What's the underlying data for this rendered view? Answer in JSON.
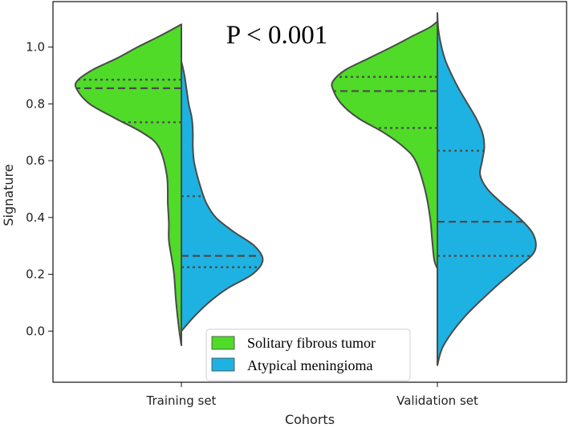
{
  "chart_data": {
    "type": "violin",
    "xlabel": "Cohorts",
    "ylabel": "Signature",
    "ylim": [
      -0.18,
      1.16
    ],
    "yticks": [
      0.0,
      0.2,
      0.4,
      0.6,
      0.8,
      1.0
    ],
    "ytick_labels": [
      "0.0",
      "0.2",
      "0.4",
      "0.6",
      "0.8",
      "1.0"
    ],
    "categories": [
      "Training set",
      "Validation set"
    ],
    "annotation": "P < 0.001",
    "legend": {
      "position": "bottom-center",
      "entries": [
        "Solitary fibrous tumor",
        "Atypical meningioma"
      ]
    },
    "series": [
      {
        "name": "Solitary fibrous tumor",
        "color": "#4fdb28",
        "side": "left",
        "groups": [
          {
            "category": "Training set",
            "range": [
              -0.05,
              1.08
            ],
            "quartiles": {
              "q1": 0.735,
              "median": 0.855,
              "q3": 0.885
            },
            "density": [
              [
                -0.05,
                0.0
              ],
              [
                0.0,
                0.02
              ],
              [
                0.1,
                0.05
              ],
              [
                0.2,
                0.07
              ],
              [
                0.25,
                0.09
              ],
              [
                0.32,
                0.12
              ],
              [
                0.38,
                0.12
              ],
              [
                0.45,
                0.13
              ],
              [
                0.55,
                0.14
              ],
              [
                0.65,
                0.22
              ],
              [
                0.7,
                0.38
              ],
              [
                0.75,
                0.64
              ],
              [
                0.8,
                0.88
              ],
              [
                0.85,
                1.0
              ],
              [
                0.88,
                1.0
              ],
              [
                0.92,
                0.85
              ],
              [
                0.96,
                0.62
              ],
              [
                1.0,
                0.42
              ],
              [
                1.04,
                0.2
              ],
              [
                1.08,
                0.0
              ]
            ]
          },
          {
            "category": "Validation set",
            "range": [
              0.22,
              1.09
            ],
            "quartiles": {
              "q1": 0.715,
              "median": 0.845,
              "q3": 0.895
            },
            "density": [
              [
                0.22,
                0.0
              ],
              [
                0.25,
                0.03
              ],
              [
                0.32,
                0.05
              ],
              [
                0.4,
                0.07
              ],
              [
                0.5,
                0.12
              ],
              [
                0.6,
                0.21
              ],
              [
                0.65,
                0.33
              ],
              [
                0.7,
                0.52
              ],
              [
                0.75,
                0.76
              ],
              [
                0.8,
                0.92
              ],
              [
                0.85,
                1.0
              ],
              [
                0.88,
                1.0
              ],
              [
                0.92,
                0.88
              ],
              [
                0.96,
                0.66
              ],
              [
                1.0,
                0.44
              ],
              [
                1.04,
                0.23
              ],
              [
                1.07,
                0.07
              ],
              [
                1.09,
                0.0
              ]
            ]
          }
        ]
      },
      {
        "name": "Atypical meningioma",
        "color": "#1eb2e2",
        "side": "right",
        "groups": [
          {
            "category": "Training set",
            "range": [
              0.0,
              0.95
            ],
            "quartiles": {
              "q1": 0.225,
              "median": 0.265,
              "q3": 0.475
            },
            "density": [
              [
                0.0,
                0.0
              ],
              [
                0.05,
                0.12
              ],
              [
                0.1,
                0.26
              ],
              [
                0.15,
                0.44
              ],
              [
                0.2,
                0.68
              ],
              [
                0.25,
                0.78
              ],
              [
                0.3,
                0.7
              ],
              [
                0.35,
                0.5
              ],
              [
                0.4,
                0.33
              ],
              [
                0.45,
                0.24
              ],
              [
                0.5,
                0.19
              ],
              [
                0.55,
                0.15
              ],
              [
                0.6,
                0.12
              ],
              [
                0.65,
                0.11
              ],
              [
                0.7,
                0.11
              ],
              [
                0.75,
                0.1
              ],
              [
                0.8,
                0.07
              ],
              [
                0.85,
                0.05
              ],
              [
                0.9,
                0.03
              ],
              [
                0.95,
                0.0
              ]
            ]
          },
          {
            "category": "Validation set",
            "range": [
              -0.12,
              1.12
            ],
            "quartiles": {
              "q1": 0.265,
              "median": 0.385,
              "q3": 0.635
            },
            "density": [
              [
                -0.12,
                0.0
              ],
              [
                -0.05,
                0.06
              ],
              [
                0.05,
                0.26
              ],
              [
                0.15,
                0.54
              ],
              [
                0.22,
                0.76
              ],
              [
                0.28,
                0.93
              ],
              [
                0.34,
                0.92
              ],
              [
                0.4,
                0.78
              ],
              [
                0.45,
                0.62
              ],
              [
                0.5,
                0.48
              ],
              [
                0.55,
                0.41
              ],
              [
                0.6,
                0.43
              ],
              [
                0.65,
                0.45
              ],
              [
                0.7,
                0.43
              ],
              [
                0.75,
                0.37
              ],
              [
                0.8,
                0.29
              ],
              [
                0.85,
                0.21
              ],
              [
                0.9,
                0.14
              ],
              [
                0.95,
                0.08
              ],
              [
                1.0,
                0.04
              ],
              [
                1.06,
                0.01
              ],
              [
                1.12,
                0.0
              ]
            ]
          }
        ]
      }
    ]
  }
}
